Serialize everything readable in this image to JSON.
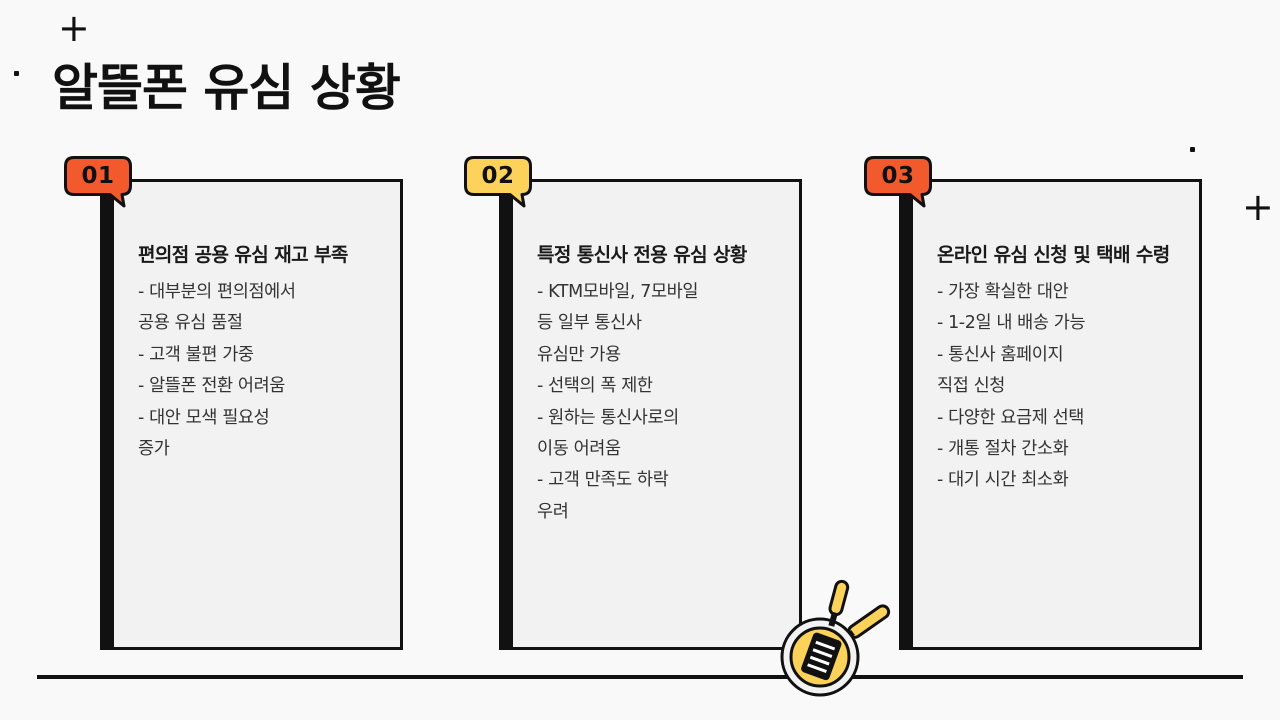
{
  "page": {
    "title": "알뜰폰 유심 상황"
  },
  "colors": {
    "orange": "#f2592c",
    "yellow": "#fcd25a",
    "outline": "#111111",
    "card_bg": "#f2f2f2"
  },
  "cards": [
    {
      "number": "01",
      "badge_color": "#f2592c",
      "title": "편의점 공용 유심 재고 부족",
      "lines": [
        "- 대부분의 편의점에서",
        "공용 유심 품절",
        "- 고객 불편 가중",
        "- 알뜰폰 전환 어려움",
        "- 대안 모색 필요성",
        "증가"
      ]
    },
    {
      "number": "02",
      "badge_color": "#fcd25a",
      "title": "특정 통신사 전용 유심 상황",
      "lines": [
        "- KTM모바일, 7모바일",
        "등 일부 통신사",
        "유심만 가용",
        "- 선택의 폭 제한",
        "- 원하는 통신사로의",
        "이동 어려움",
        "- 고객 만족도 하락",
        "우려"
      ]
    },
    {
      "number": "03",
      "badge_color": "#f2592c",
      "title": "온라인 유심 신청 및 택배 수령",
      "lines": [
        "- 가장 확실한 대안",
        "- 1-2일 내 배송 가능",
        "- 통신사 홈페이지",
        "직접 신청",
        "- 다양한 요금제 선택",
        "- 개통 절차 간소화",
        "- 대기 시간 최소화"
      ]
    }
  ],
  "decorations": {
    "plus_icon": "plus-icon",
    "pan_icon": "frying-pan-spatula-icon"
  }
}
